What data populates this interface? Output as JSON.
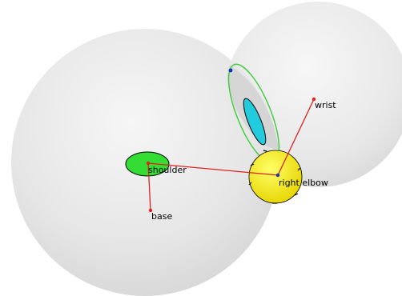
{
  "labels": {
    "shoulder": "shoulder",
    "right_elbow": "right elbow",
    "wrist": "wrist",
    "base": "base"
  },
  "colors": {
    "background": "#ffffff",
    "sphere_fill": "#eaeaea",
    "link": "#e02020",
    "joint_point": "#e02020",
    "blue_point": "#1030c0",
    "shoulder_disc": "#33dd33",
    "elbow_disc": "#ffee00",
    "cyan_ellipse": "#22ccdd",
    "green_outline": "#44cc44"
  }
}
